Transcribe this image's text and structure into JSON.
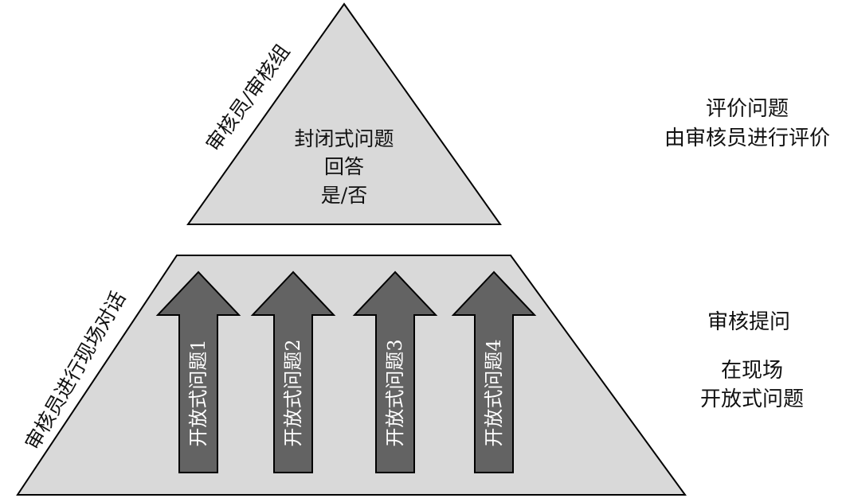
{
  "colors": {
    "shape_fill": "#d9d9d9",
    "shape_stroke": "#000000",
    "arrow_fill": "#636363",
    "arrow_text": "#ffffff"
  },
  "top_triangle": {
    "edge_label": "审核员/审核组",
    "lines": [
      "封闭式问题",
      "回答",
      "是/否"
    ]
  },
  "bottom_trapezoid": {
    "edge_label": "审核员进行现场对话",
    "arrows": [
      {
        "label": "开放式问题1"
      },
      {
        "label": "开放式问题2"
      },
      {
        "label": "开放式问题3"
      },
      {
        "label": "开放式问题4"
      }
    ]
  },
  "right_notes": {
    "top": [
      "评价问题",
      "由审核员进行评价"
    ],
    "bottom_title": "审核提问",
    "bottom_lines": [
      "在现场",
      "开放式问题"
    ]
  }
}
